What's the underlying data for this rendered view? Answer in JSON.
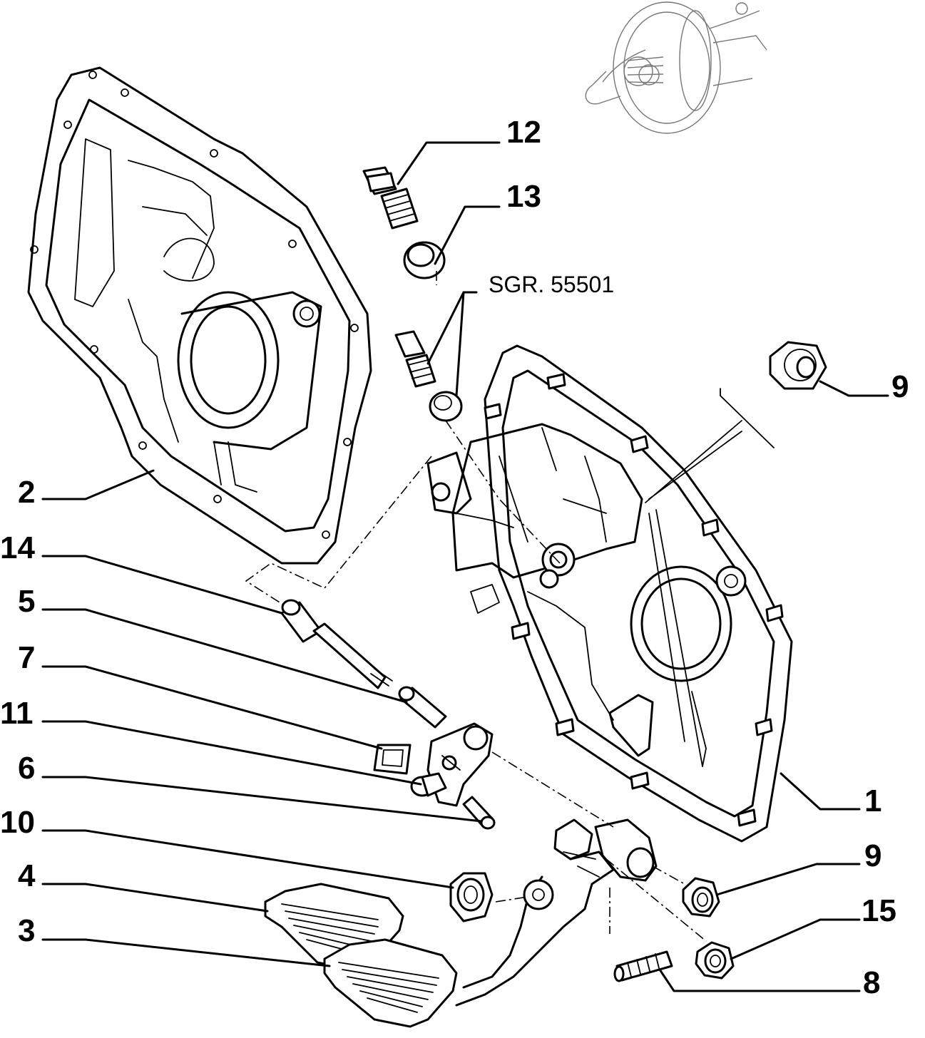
{
  "callouts": [
    {
      "id": "12",
      "label": "12"
    },
    {
      "id": "13",
      "label": "13"
    },
    {
      "id": "9a",
      "label": "9"
    },
    {
      "id": "2",
      "label": "2"
    },
    {
      "id": "14",
      "label": "14"
    },
    {
      "id": "5",
      "label": "5"
    },
    {
      "id": "7",
      "label": "7"
    },
    {
      "id": "11",
      "label": "11"
    },
    {
      "id": "6",
      "label": "6"
    },
    {
      "id": "10",
      "label": "10"
    },
    {
      "id": "4",
      "label": "4"
    },
    {
      "id": "3",
      "label": "3"
    },
    {
      "id": "1",
      "label": "1"
    },
    {
      "id": "9b",
      "label": "9"
    },
    {
      "id": "15",
      "label": "15"
    },
    {
      "id": "8",
      "label": "8"
    }
  ],
  "reference_note": "SGR. 55501"
}
